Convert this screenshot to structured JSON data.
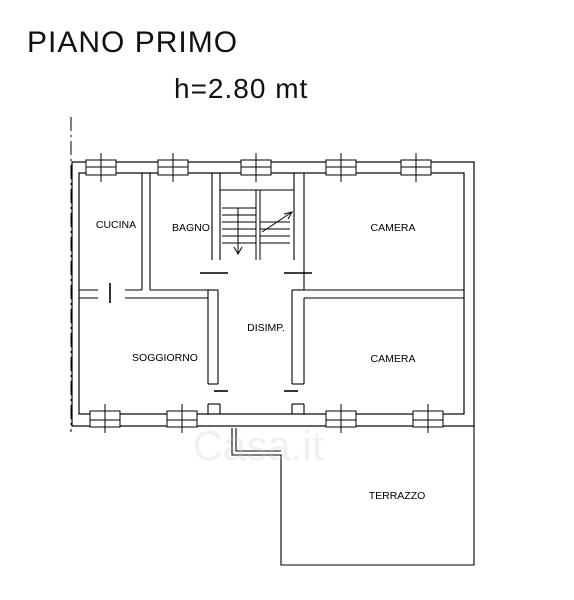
{
  "header": {
    "title": "PIANO PRIMO",
    "height": "h=2.80 mt"
  },
  "rooms": {
    "cucina": "CUCINA",
    "bagno": "BAGNO",
    "camera1": "CAMERA",
    "disimpegno": "DISIMP.",
    "soggiorno": "SOGGIORNO",
    "camera2": "CAMERA",
    "terrazzo": "TERRAZZO"
  },
  "watermark": "Casa.it",
  "colors": {
    "line": "#000000",
    "background": "#ffffff"
  }
}
